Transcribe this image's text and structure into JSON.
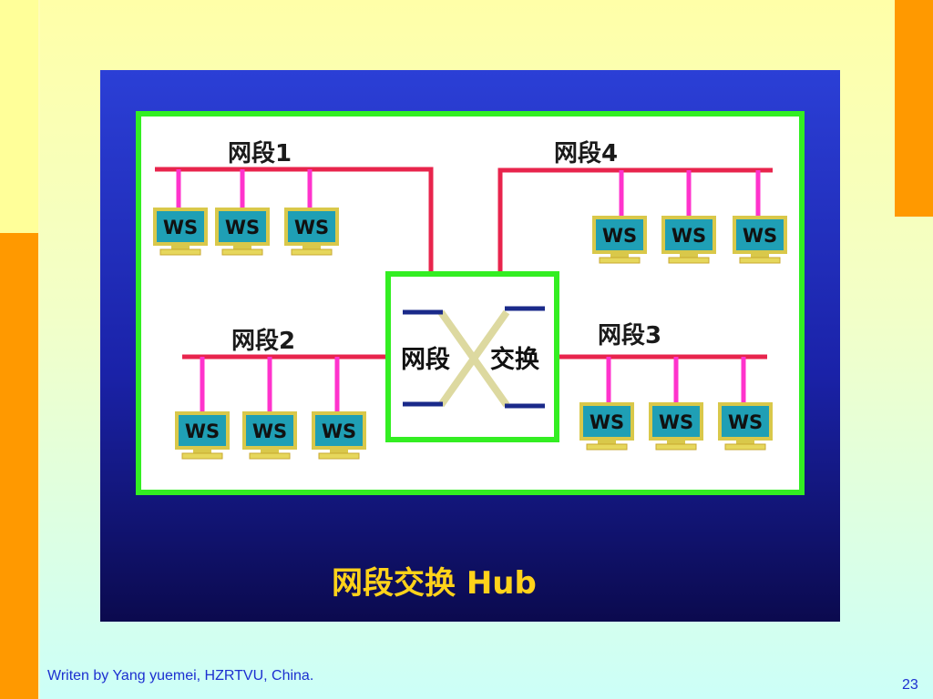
{
  "diagram": {
    "segments": [
      {
        "id": "seg1",
        "label": "网段1",
        "ws": [
          "WS",
          "WS",
          "WS"
        ]
      },
      {
        "id": "seg4",
        "label": "网段4",
        "ws": [
          "WS",
          "WS",
          "WS"
        ]
      },
      {
        "id": "seg2",
        "label": "网段2",
        "ws": [
          "WS",
          "WS",
          "WS"
        ]
      },
      {
        "id": "seg3",
        "label": "网段3",
        "ws": [
          "WS",
          "WS",
          "WS"
        ]
      }
    ],
    "switch_left_label": "网段",
    "switch_right_label": "交换",
    "caption": "网段交换 Hub"
  },
  "footer": {
    "credit": "Writen by Yang yuemei, HZRTVU, China.",
    "slide_number": "23"
  },
  "colors": {
    "accent_orange": "#ff9900",
    "panel_blue": "#1a22a8",
    "frame_green": "#33ee22",
    "bus_red": "#e8244c",
    "drop_magenta": "#ff33cc",
    "caption_yellow": "#ffd21a",
    "screen_teal": "#1f9fb5"
  }
}
